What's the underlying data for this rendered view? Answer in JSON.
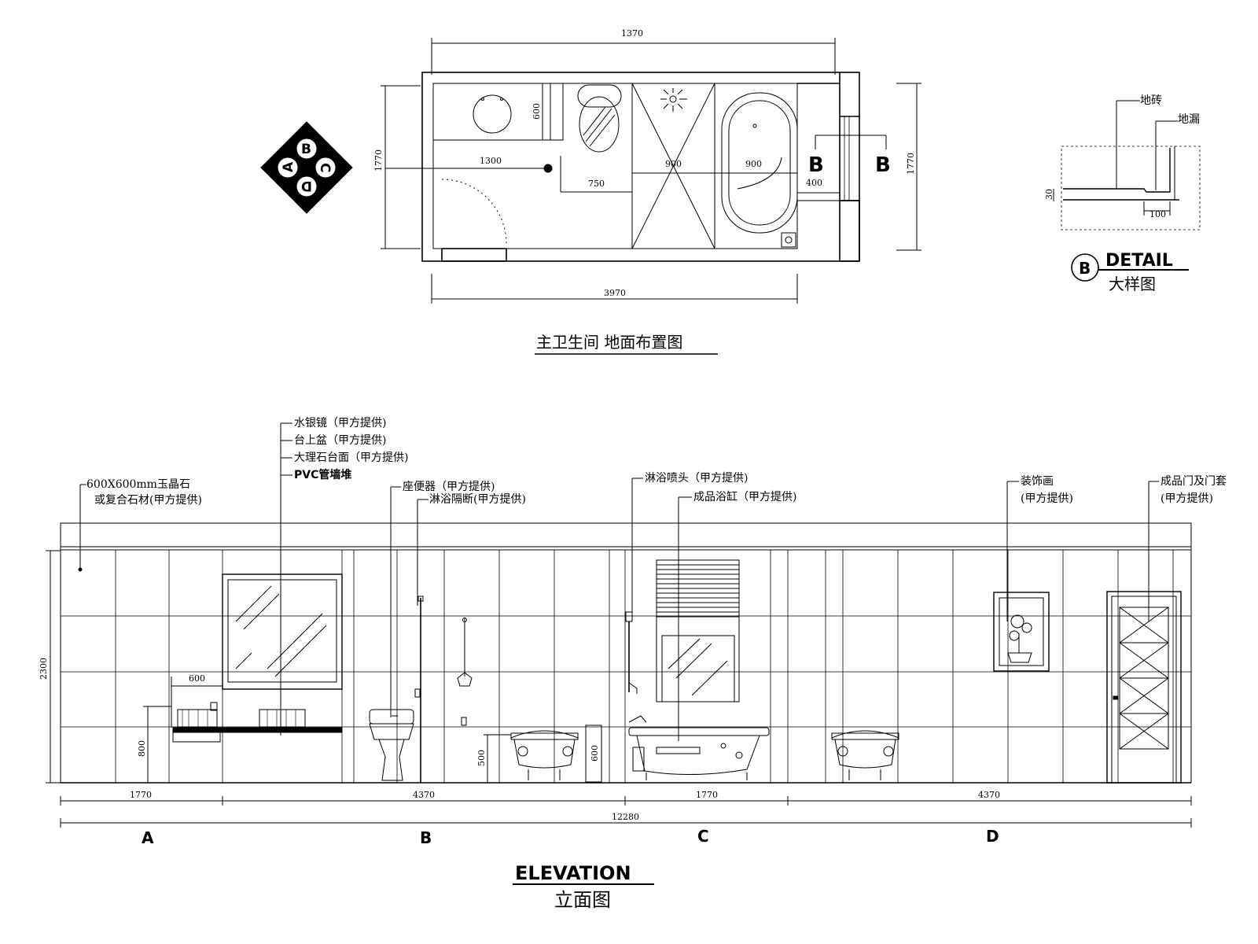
{
  "plan": {
    "title": "主卫生间  地面布置图",
    "dims": {
      "top": "1370",
      "bottom": "3970",
      "left": "1770",
      "right": "1770",
      "vanity_depth": "600",
      "door_to_center": "1300",
      "wc_offset": "750",
      "shower": "900",
      "tub": "900",
      "section_gap": "400"
    },
    "section_marks": [
      "B",
      "B"
    ],
    "compass": [
      "B",
      "C",
      "D",
      "A"
    ]
  },
  "detail": {
    "marker": "B",
    "title": "DETAIL",
    "subtitle": "大样图",
    "labels": {
      "tile": "地砖",
      "drain": "地漏"
    },
    "dims": {
      "height": "30",
      "width": "100"
    }
  },
  "elevation": {
    "title": "ELEVATION",
    "subtitle": "立面图",
    "height_dim": "2300",
    "annotations": {
      "wall_finish_1": "600X600mm玉晶石",
      "wall_finish_2": "或复合石材(甲方提供)",
      "mirror": "水银镜（甲方提供)",
      "basin": "台上盆（甲方提供)",
      "counter": "大理石台面（甲方提供)",
      "pipe_wall": "PVC管墙堆",
      "toilet": "座便器（甲方提供)",
      "shower_screen": "淋浴隔断(甲方提供)",
      "shower_head": "淋浴喷头（甲方提供)",
      "bathtub": "成品浴缸（甲方提供)",
      "painting_1": "装饰画",
      "painting_2": "(甲方提供)",
      "door_1": "成品门及门套",
      "door_2": "(甲方提供)"
    },
    "vertical_dims": {
      "vanity_w": "600",
      "vanity_h": "800",
      "tub_a": "500",
      "tub_b": "600"
    },
    "segments": [
      {
        "label": "A",
        "width": "1770"
      },
      {
        "label": "B",
        "width": "4370"
      },
      {
        "label": "C",
        "width": "1770"
      },
      {
        "label": "D",
        "width": "4370"
      }
    ],
    "total_width": "12280"
  },
  "colors": {
    "line": "#000000",
    "background": "#ffffff"
  }
}
